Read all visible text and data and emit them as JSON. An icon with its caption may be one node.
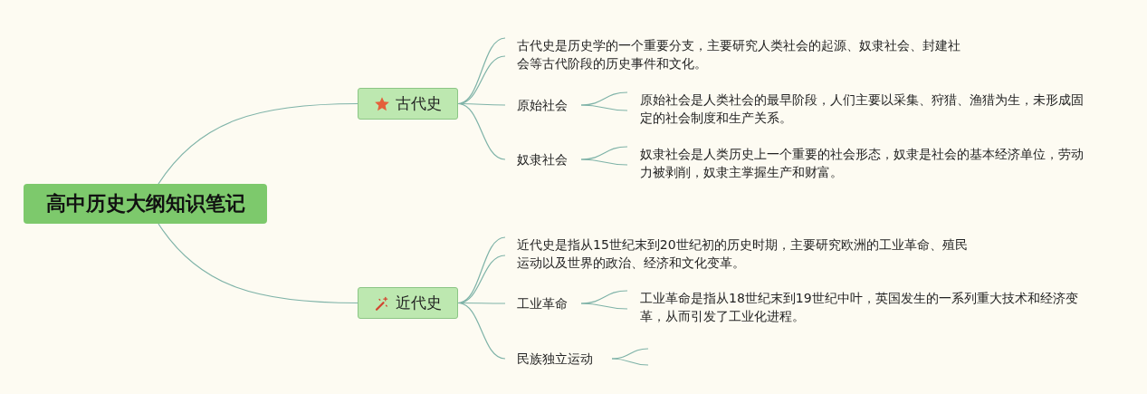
{
  "diagram": {
    "nodes": [
      {
        "text": [
          "高中历史大纲知识笔记"
        ]
      },
      {
        "text": [
          "古代史"
        ]
      },
      {
        "text": [
          "古代史是历史学的一个重要分支，主要研究人类社会的起源、奴隶社会、封建社会等古代阶段的历史事件和文化。"
        ]
      },
      {
        "text": [
          "原始社会"
        ]
      },
      {
        "text": [
          "原始社会是人类社会的最早阶段，人们主要以采集、狩猎、渔猎为生，未形成固定的社会制度和生产关系。"
        ]
      },
      {
        "text": [
          "奴隶社会"
        ]
      },
      {
        "text": [
          "奴隶社会是人类历史上一个重要的社会形态，奴隶是社会的基本经济单位，劳动力被剥削，奴隶主掌握生产和财富。"
        ]
      },
      {
        "text": [
          "近代史"
        ]
      },
      {
        "text": [
          "近代史是指从15世纪末到20世纪初的历史时期，主要研究欧洲的工业革命、殖民运动以及世界的政治、经济和文化变革。"
        ]
      },
      {
        "text": [
          "工业革命"
        ]
      },
      {
        "text": [
          "工业革命是指从18世纪末到19世纪中叶，英国发生的一系列重大技术和经济变革，从而引发了工业化进程。"
        ]
      },
      {
        "text": [
          "民族独立运动"
        ]
      }
    ],
    "edges": [
      {
        "from": 0,
        "to": 1,
        "arrow": "none"
      },
      {
        "from": 0,
        "to": 7,
        "arrow": "none"
      },
      {
        "from": 1,
        "to": 2,
        "arrow": "none"
      },
      {
        "from": 1,
        "to": 2,
        "arrow": "none"
      },
      {
        "from": 1,
        "to": 3,
        "arrow": "none"
      },
      {
        "from": 1,
        "to": 5,
        "arrow": "none"
      },
      {
        "from": 3,
        "to": 4,
        "arrow": "none"
      },
      {
        "from": 3,
        "to": 4,
        "arrow": "none"
      },
      {
        "from": 5,
        "to": 6,
        "arrow": "none"
      },
      {
        "from": 5,
        "to": 6,
        "arrow": "none"
      },
      {
        "from": 7,
        "to": 8,
        "arrow": "none"
      },
      {
        "from": 7,
        "to": 8,
        "arrow": "none"
      },
      {
        "from": 7,
        "to": 9,
        "arrow": "none"
      },
      {
        "from": 7,
        "to": 11,
        "arrow": "none"
      },
      {
        "from": 9,
        "to": 10,
        "arrow": "none"
      },
      {
        "from": 9,
        "to": 10,
        "arrow": "none"
      },
      {
        "from": 11,
        "to": null,
        "arrow": "none"
      },
      {
        "from": 11,
        "to": null,
        "arrow": "none"
      }
    ]
  }
}
